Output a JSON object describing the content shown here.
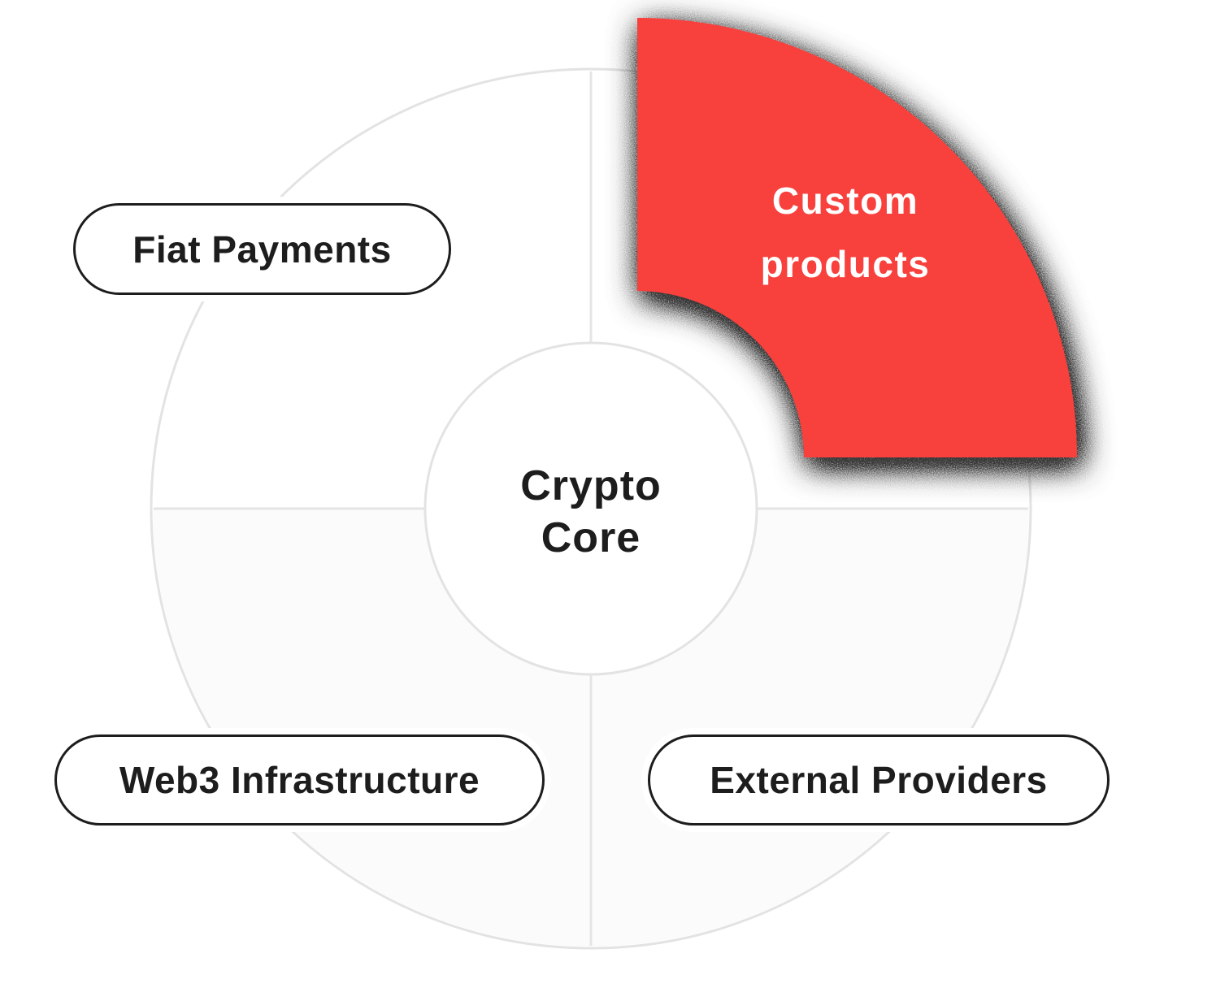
{
  "diagram": {
    "title_hint": "Crypto platform architecture wheel",
    "center_label": {
      "line1": "Crypto",
      "line2": "Core"
    },
    "highlighted_segment": {
      "line1": "Custom",
      "line2": "products",
      "position": "top-right-quadrant"
    },
    "pills": {
      "fiat": "Fiat Payments",
      "web3": "Web3 Infrastructure",
      "external": "External Providers"
    }
  },
  "colors": {
    "segment_red": "#F8403C",
    "circle_fill": "#FFFFFF",
    "lower_half_tint": "#FBFBFB",
    "circle_stroke": "#E3E3E3",
    "divider_stroke": "#E5E5E5",
    "pill_border": "#1D1D1D",
    "text_dark": "#1D1D1D",
    "sector_text": "#FFFFFF"
  }
}
